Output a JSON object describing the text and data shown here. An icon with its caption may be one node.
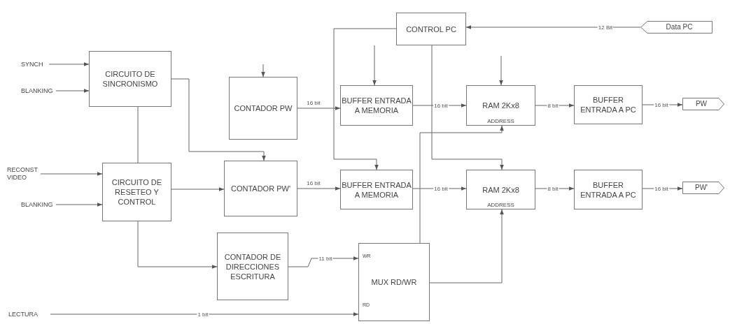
{
  "diagram": {
    "nodes": [
      {
        "text": [
          "SYNCH"
        ]
      },
      {
        "text": [
          "BLANKING"
        ]
      },
      {
        "text": [
          "CIRCUITO DE SINCRONISMO"
        ]
      },
      {
        "text": [
          "CONTADOR PW"
        ]
      },
      {
        "text": [
          "BUFFER ENTRADA A MEMORIA"
        ]
      },
      {
        "text": [
          "CONTROL PC"
        ]
      },
      {
        "text": [
          "RAM 2Kx8",
          "ADDRESS"
        ]
      },
      {
        "text": [
          "BUFFER ENTRADA A PC"
        ]
      },
      {
        "text": [
          "PW"
        ]
      },
      {
        "text": [
          "Data PC"
        ]
      },
      {
        "text": [
          "RECONST VIDEO"
        ]
      },
      {
        "text": [
          "BLANKING"
        ]
      },
      {
        "text": [
          "CIRCUITO DE RESETEO Y CONTROL"
        ]
      },
      {
        "text": [
          "CONTADOR PW'"
        ]
      },
      {
        "text": [
          "BUFFER ENTRADA A MEMORIA"
        ]
      },
      {
        "text": [
          "RAM 2Kx8",
          "ADDRESS"
        ]
      },
      {
        "text": [
          "BUFFER ENTRADA A PC"
        ]
      },
      {
        "text": [
          "PW'"
        ]
      },
      {
        "text": [
          "CONTADOR DE DIRECCIONES ESCRITURA"
        ]
      },
      {
        "text": [
          "WR",
          "MUX RD/WR",
          "RD"
        ]
      },
      {
        "text": [
          "LECTURA"
        ]
      }
    ],
    "edges": [
      {
        "from": 0,
        "to": 2,
        "arrow": "to"
      },
      {
        "from": 1,
        "to": 2,
        "arrow": "to"
      },
      {
        "from": null,
        "to": 3,
        "arrow": "to"
      },
      {
        "from": 2,
        "to": 13,
        "arrow": "to"
      },
      {
        "from": 3,
        "to": 4,
        "arrow": "to",
        "label": "16 bit"
      },
      {
        "from": 5,
        "to": 4,
        "arrow": "to"
      },
      {
        "from": 5,
        "to": 14,
        "arrow": "to"
      },
      {
        "from": 9,
        "to": 5,
        "arrow": "to",
        "label": "12 Bit"
      },
      {
        "from": 4,
        "to": 6,
        "arrow": "to",
        "label": "16 bit"
      },
      {
        "from": null,
        "to": 6,
        "arrow": "to"
      },
      {
        "from": 6,
        "to": 7,
        "arrow": "to",
        "label": "8 bit"
      },
      {
        "from": 7,
        "to": 8,
        "arrow": "to",
        "label": "16 bit"
      },
      {
        "from": 10,
        "to": 12,
        "arrow": "to"
      },
      {
        "from": 11,
        "to": 12,
        "arrow": "to"
      },
      {
        "from": 2,
        "to": 12,
        "arrow": "none"
      },
      {
        "from": 12,
        "to": 13,
        "arrow": "to"
      },
      {
        "from": 13,
        "to": 14,
        "arrow": "to",
        "label": "16 bit"
      },
      {
        "from": 5,
        "to": 15,
        "arrow": "to"
      },
      {
        "from": 14,
        "to": 15,
        "arrow": "to",
        "label": "16 bit"
      },
      {
        "from": 15,
        "to": 16,
        "arrow": "to",
        "label": "8 bit"
      },
      {
        "from": 16,
        "to": 17,
        "arrow": "to",
        "label": "16 bit"
      },
      {
        "from": 12,
        "to": 18,
        "arrow": "to"
      },
      {
        "from": 18,
        "to": 19,
        "arrow": "to",
        "label": "11 bit"
      },
      {
        "from": 20,
        "to": 19,
        "arrow": "to",
        "label": "1 bit"
      },
      {
        "from": 19,
        "to": 6,
        "arrow": "to"
      },
      {
        "from": 19,
        "to": 15,
        "arrow": "to"
      }
    ]
  }
}
